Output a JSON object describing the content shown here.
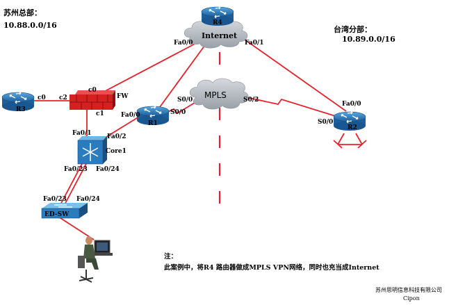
{
  "sites": {
    "suzhou": {
      "name": "苏州总部：",
      "subnet": "10.88.0.0/16"
    },
    "taiwan": {
      "name": "台湾分部：",
      "subnet": "10.89.0.0/16"
    }
  },
  "devices": {
    "r4": "R4",
    "r3": "R3",
    "r1": "R1",
    "r2": "R2",
    "fw": "FW",
    "core1": "Core1",
    "ed_sw": "ED-SW"
  },
  "clouds": {
    "internet": "Internet",
    "mpls": "MPLS"
  },
  "interfaces": {
    "r4_fa00": "Fa0/0",
    "r4_fa01": "Fa0/1",
    "fw_c0": "c0",
    "fw_c1": "c1",
    "fw_c2": "c2",
    "r3_c0": "c0",
    "r1_fa00": "Fa0/0",
    "r1_s00": "S0/0",
    "mpls_s00": "S0/0",
    "mpls_s02": "S0/2",
    "r2_fa00": "Fa0/0",
    "r2_s00": "S0/0",
    "core_fa01": "Fa0/1",
    "core_fa02": "Fa0/2",
    "core_fa023": "Fa0/23",
    "core_fa024": "Fa0/24",
    "sw_fa023": "Fa0/23",
    "sw_fa024": "Fa0/24"
  },
  "note": {
    "title": "注：",
    "text": "此案例中，将R4 路由器做成MPLS VPN网络，同时也充当成Internet"
  },
  "credit": {
    "company": "苏州思明信息科技有限公司",
    "author": "Cipon"
  },
  "colors": {
    "link": "#e8202a",
    "device_blue": "#2b7bbf",
    "firewall": "#d42020",
    "cloud": "#b8bcc4"
  }
}
